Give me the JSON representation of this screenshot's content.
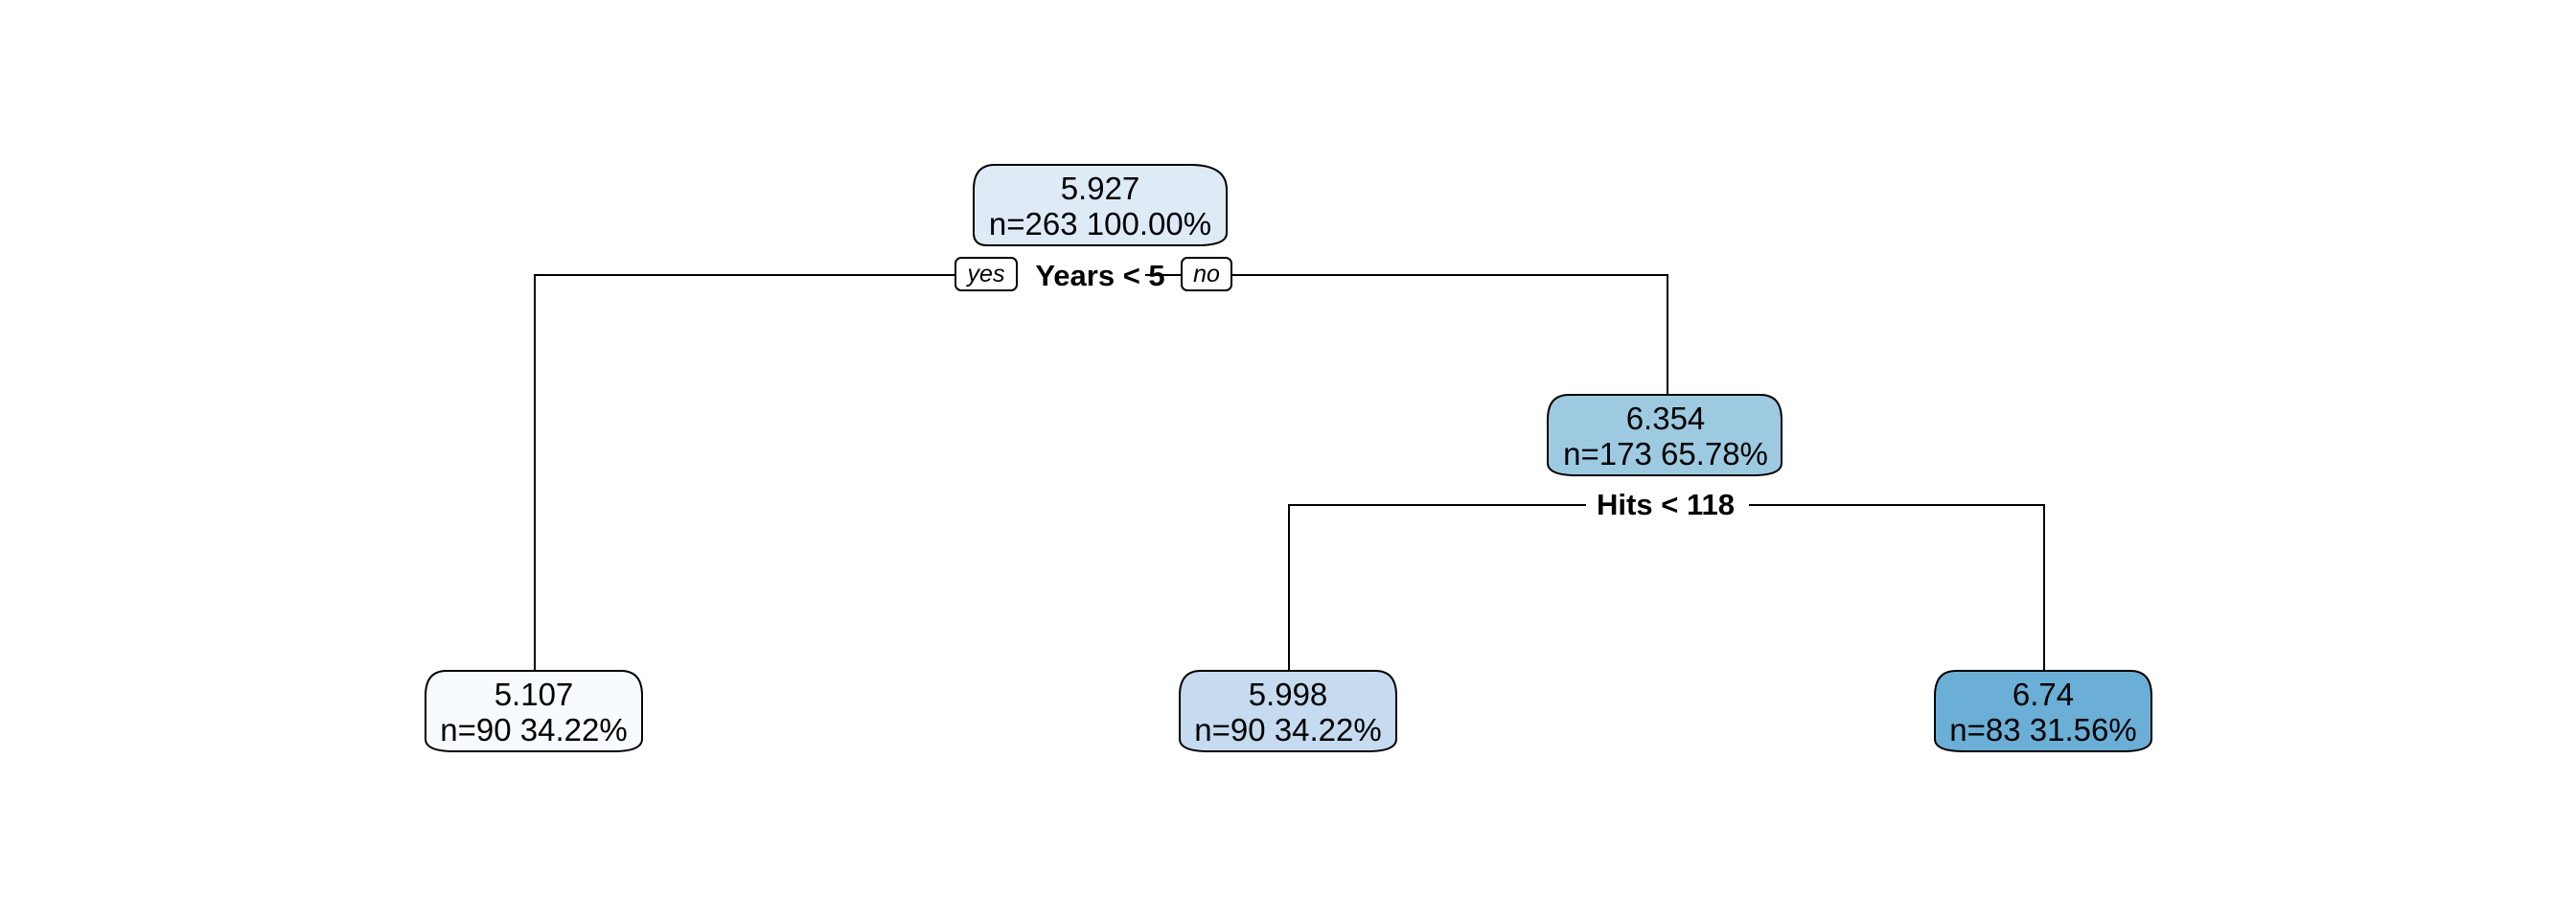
{
  "tree": {
    "root": {
      "value": "5.927",
      "stats": "n=263  100.00%",
      "fill": "#deebf7",
      "split": "Years < 5",
      "yes_label": "yes",
      "no_label": "no"
    },
    "inner": {
      "value": "6.354",
      "stats": "n=173  65.78%",
      "fill": "#9ecae1",
      "split": "Hits < 118"
    },
    "leaves": [
      {
        "value": "5.107",
        "stats": "n=90  34.22%",
        "fill": "#f7fbff"
      },
      {
        "value": "5.998",
        "stats": "n=90  34.22%",
        "fill": "#c6dbef"
      },
      {
        "value": "6.74",
        "stats": "n=83  31.56%",
        "fill": "#6baed6"
      }
    ]
  }
}
